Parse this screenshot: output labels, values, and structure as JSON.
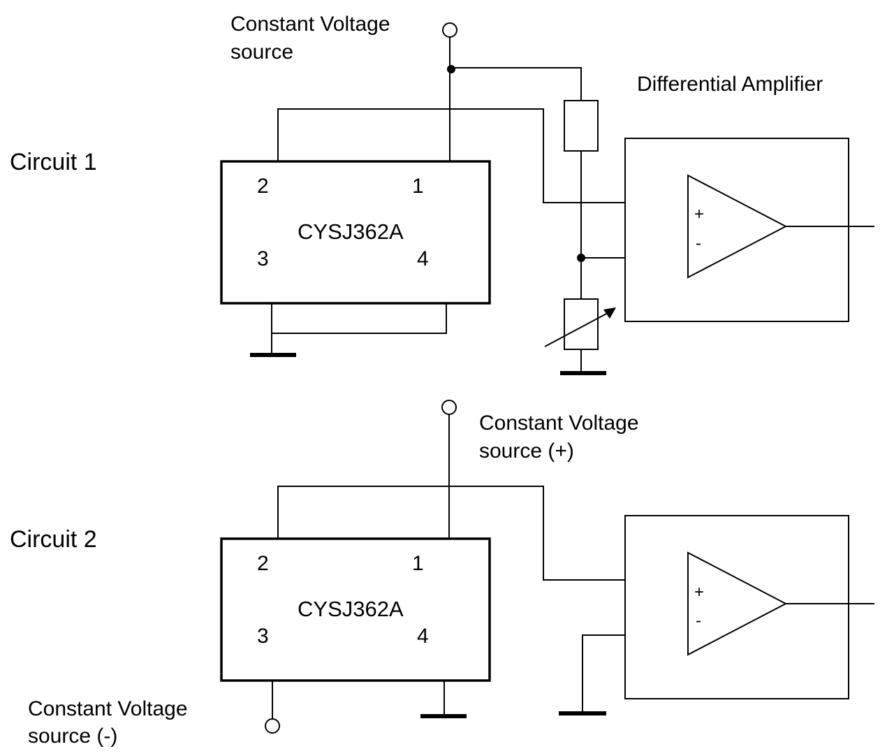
{
  "labels": {
    "circuit1": "Circuit 1",
    "circuit2": "Circuit 2",
    "diff_amp": "Differential Amplifier",
    "cvs1_line1": "Constant  Voltage",
    "cvs1_line2": "source",
    "cvs_pos_line1": "Constant  Voltage",
    "cvs_pos_line2": "source (+)",
    "cvs_neg_line1": "Constant  Voltage",
    "cvs_neg_line2": "source (-)"
  },
  "chip": {
    "name": "CYSJ362A",
    "pins": [
      "1",
      "2",
      "3",
      "4"
    ]
  },
  "opamp": {
    "plus": "+",
    "minus": "-"
  },
  "colors": {
    "stroke": "#000000",
    "background": "#ffffff"
  }
}
